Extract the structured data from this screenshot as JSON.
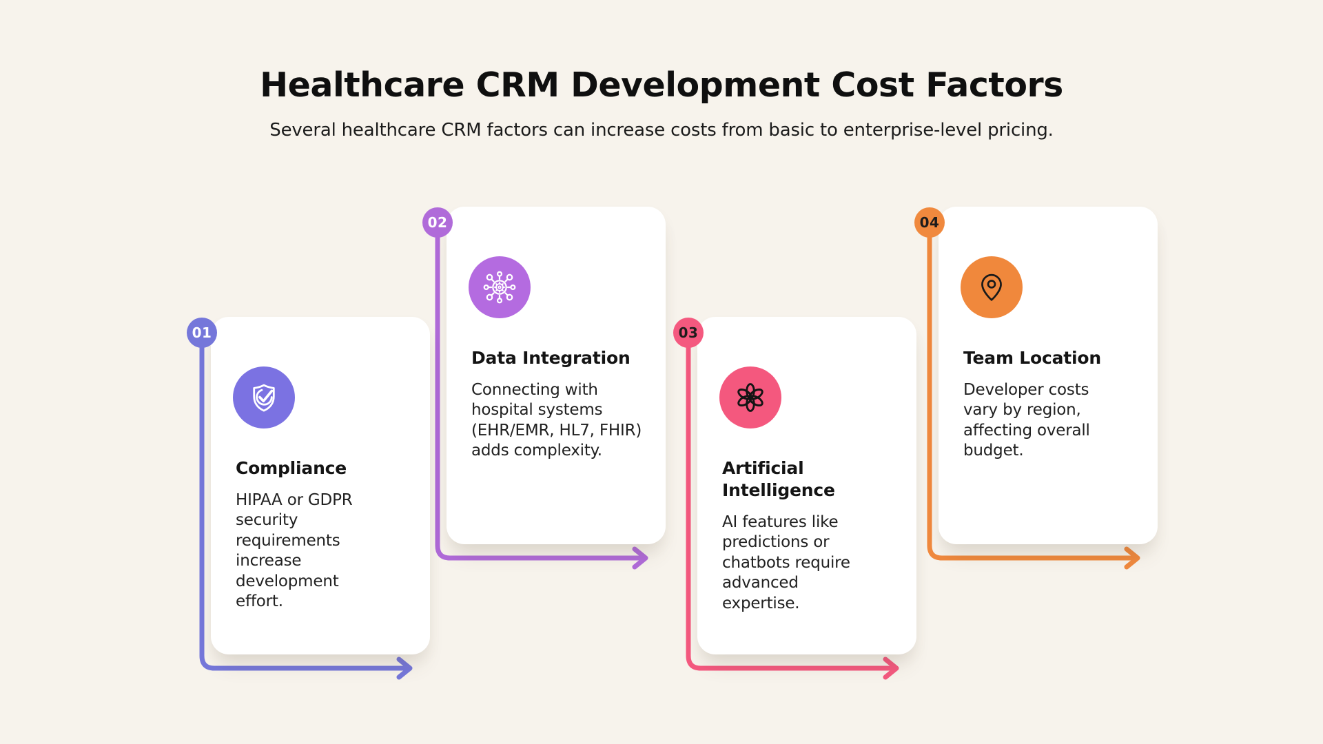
{
  "page": {
    "background": "#F7F3EC"
  },
  "header": {
    "title": "Healthcare CRM Development Cost Factors",
    "subtitle": "Several healthcare CRM factors can increase costs from basic to enterprise-level pricing."
  },
  "cards": [
    {
      "number": "01",
      "number_color": "#FFFFFF",
      "title": "Compliance",
      "body": "HIPAA or GDPR security requirements increase development effort.",
      "accent": "#7577DA",
      "icon_bg": "#7B72E2",
      "icon_color": "#FFFFFF",
      "icon": "shield-check-icon"
    },
    {
      "number": "02",
      "number_color": "#FFFFFF",
      "title": "Data Integration",
      "body": "Connecting with hospital systems (EHR/EMR, HL7, FHIR) adds complexity.",
      "accent": "#B06BD9",
      "icon_bg": "#B46BE0",
      "icon_color": "#FFFFFF",
      "icon": "integration-network-icon"
    },
    {
      "number": "03",
      "number_color": "#1C1C1C",
      "title": "Artificial Intelligence",
      "body": "AI features like predictions or chatbots require advanced expertise.",
      "accent": "#F4597F",
      "icon_bg": "#F4587E",
      "icon_color": "#141414",
      "icon": "openai-logo-icon"
    },
    {
      "number": "04",
      "number_color": "#1C1C1C",
      "title": "Team Location",
      "body": "Developer costs vary by region, affecting overall budget.",
      "accent": "#F0893E",
      "icon_bg": "#F0883C",
      "icon_color": "#1A1A1A",
      "icon": "location-pin-icon"
    }
  ]
}
